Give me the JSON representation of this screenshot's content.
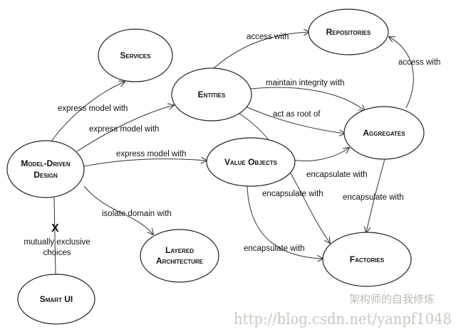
{
  "nodes": {
    "services": "Services",
    "repositories": "Repositories",
    "entities": "Entities",
    "aggregates": "Aggregates",
    "mdd_line1": "Model-Driven",
    "mdd_line2": "Design",
    "value_objects": "Value Objects",
    "layered_line1": "Layered",
    "layered_line2": "Architecture",
    "factories": "Factories",
    "smart_ui": "Smart UI"
  },
  "edges": {
    "mdd_services": "express model with",
    "mdd_entities": "express model with",
    "mdd_value_objects": "express model with",
    "entities_repositories": "access with",
    "entities_aggregates_integrity": "maintain integrity with",
    "entities_aggregates_root": "act as root of",
    "aggregates_repositories": "access with",
    "value_objects_aggregates": "encapsulate with",
    "entities_factories": "encapsulate with",
    "aggregates_factories": "encapsulate with",
    "mdd_layered": "isolate domain with",
    "exclusive_mark": "X",
    "exclusive_line1": "mutually exclusive",
    "exclusive_line2": "choices",
    "value_objects_factories": "encapsulate with"
  },
  "watermark": {
    "url": "http://blog.csdn.net/yanpf1048",
    "brand": "架构师的自我修炼"
  }
}
